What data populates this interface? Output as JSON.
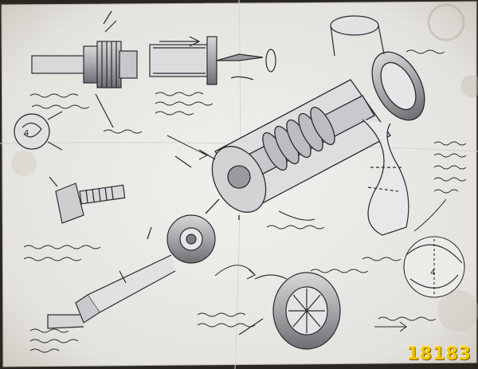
{
  "watermark": {
    "text": "18183",
    "color": "#f3c300"
  },
  "palette": {
    "paper": "#ecebe8",
    "ink": "#2b2b2e",
    "shadow": "#8c8c90",
    "stain": "#b9b3a8"
  },
  "figures": [
    {
      "name": "rod-assembly-sketch"
    },
    {
      "name": "spear-tip-sketch"
    },
    {
      "name": "ray-gun-main-sketch"
    },
    {
      "name": "cylinder-tube-sketch"
    },
    {
      "name": "swirl-gear-sketch"
    },
    {
      "name": "bolt-sketch"
    },
    {
      "name": "pipe-assembly-sketch"
    },
    {
      "name": "rotary-drum-sketch"
    },
    {
      "name": "dial-wheel-sketch"
    },
    {
      "name": "diagram-sketch"
    }
  ]
}
